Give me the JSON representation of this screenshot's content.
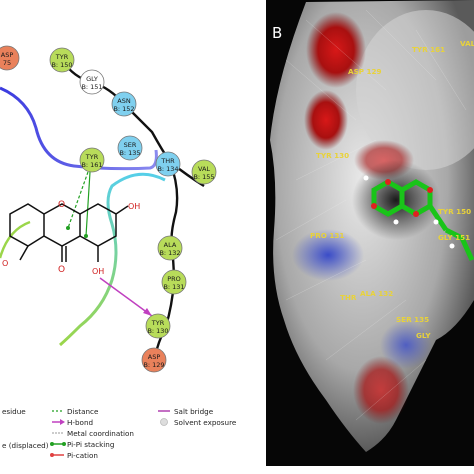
{
  "left_panel": {
    "residues": [
      {
        "name": "ASP",
        "num": "75",
        "color": "#e9815b"
      },
      {
        "name": "TYR",
        "num": "B: 150",
        "color": "#b8dc5a"
      },
      {
        "name": "GLY",
        "num": "B: 151",
        "color": "#ffffff"
      },
      {
        "name": "ASN",
        "num": "B: 152",
        "color": "#7fd0ef"
      },
      {
        "name": "SER",
        "num": "B: 135",
        "color": "#7fd0ef"
      },
      {
        "name": "THR",
        "num": "B: 134",
        "color": "#7fd0ef"
      },
      {
        "name": "VAL",
        "num": "B: 155",
        "color": "#b8dc5a"
      },
      {
        "name": "TYR",
        "num": "B: 161",
        "color": "#b8dc5a"
      },
      {
        "name": "ALA",
        "num": "B: 132",
        "color": "#b8dc5a"
      },
      {
        "name": "PRO",
        "num": "B: 131",
        "color": "#b8dc5a"
      },
      {
        "name": "TYR",
        "num": "B: 130",
        "color": "#b8dc5a"
      },
      {
        "name": "ASP",
        "num": "B: 129",
        "color": "#e9815b"
      }
    ],
    "atoms": [
      "OH",
      "O",
      "OH",
      "O",
      "O"
    ],
    "legend": {
      "col1": [
        "esidue",
        "",
        "e (displaced)"
      ],
      "col2": [
        "Distance",
        "H-bond",
        "Metal coordination",
        "Pi-Pi stacking",
        "Pi-cation"
      ],
      "col3": [
        "Salt bridge",
        "Solvent exposure"
      ]
    }
  },
  "right_panel": {
    "letter": "B",
    "labels": [
      "ASP 129",
      "TYR 161",
      "VAL",
      "TYR 130",
      "TYR 150",
      "GLY 151",
      "PRO 131",
      "THR",
      "ALA 132",
      "SER 135",
      "GLY"
    ]
  }
}
